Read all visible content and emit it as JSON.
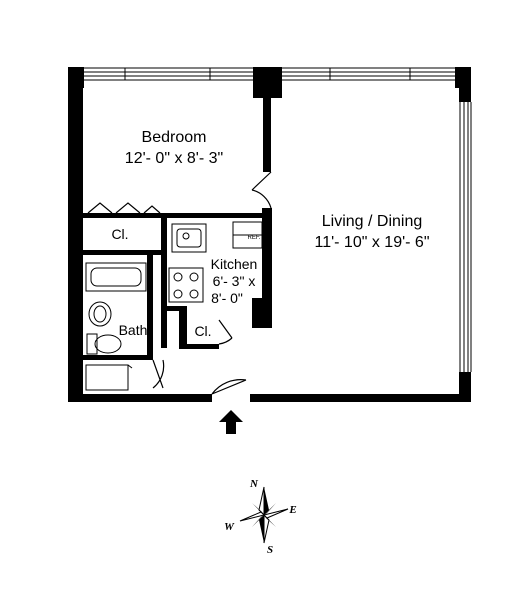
{
  "plan": {
    "rooms": {
      "bedroom": {
        "name": "Bedroom",
        "dims": "12'- 0\" x 8'- 3\""
      },
      "living": {
        "name": "Living / Dining",
        "dims": "11'- 10\" x 19'- 6\""
      },
      "kitchen": {
        "name": "Kitchen",
        "dims_line1": "6'- 3\" x",
        "dims_line2": "8'- 0\""
      },
      "bath": {
        "name": "Bath"
      },
      "closet_bedroom": {
        "name": "Cl."
      },
      "closet_kitchen": {
        "name": "Cl."
      }
    },
    "fixtures": {
      "refrigerator": "REF."
    },
    "compass": {
      "n": "N",
      "e": "E",
      "s": "S",
      "w": "W"
    },
    "colors": {
      "wall": "#000000",
      "background": "#ffffff"
    }
  }
}
